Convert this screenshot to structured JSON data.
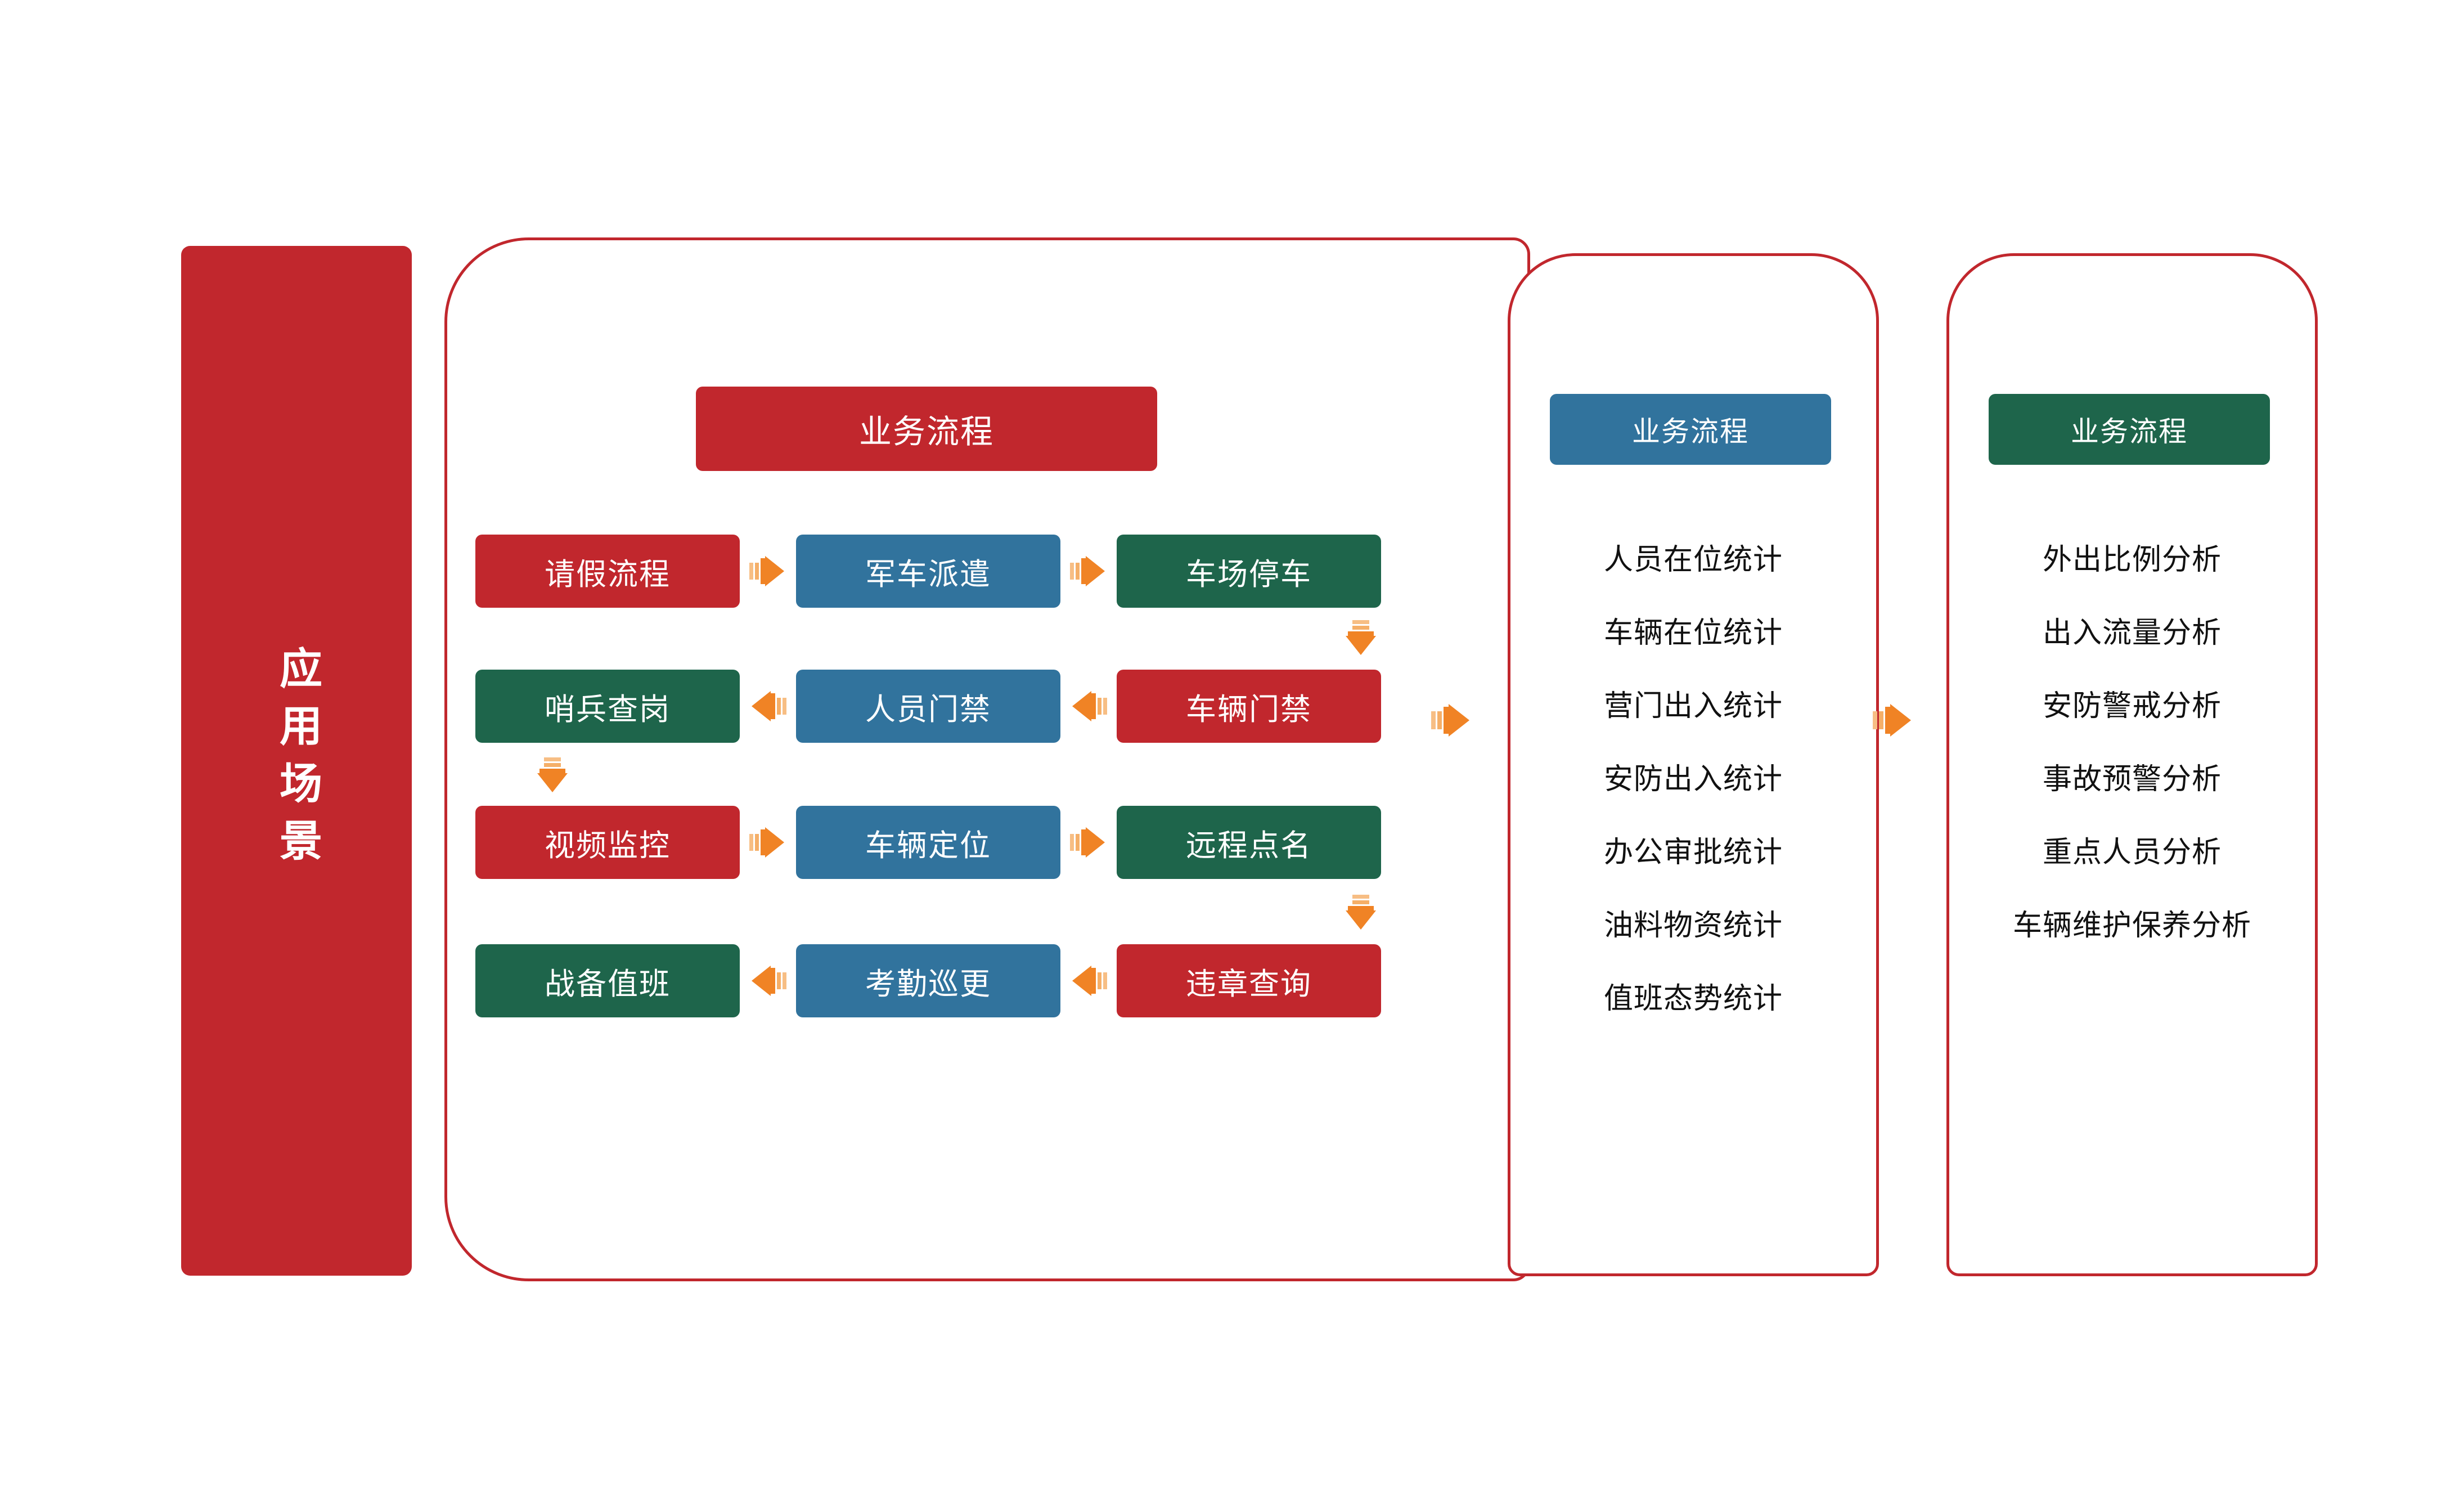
{
  "colors": {
    "red": "#C1272D",
    "blue": "#31739D",
    "green": "#1E654B",
    "orange": "#F08325",
    "text_dark": "#111111",
    "white": "#FFFFFF"
  },
  "side_banner": {
    "label": "应用场景"
  },
  "panel_main": {
    "title": "业务流程",
    "rows": [
      {
        "cells": [
          {
            "label": "请假流程",
            "color": "red"
          },
          {
            "label": "军车派遣",
            "color": "blue"
          },
          {
            "label": "车场停车",
            "color": "green"
          }
        ],
        "connectors": [
          "arrow-right",
          "arrow-right"
        ]
      },
      {
        "cells": [
          {
            "label": "哨兵查岗",
            "color": "green"
          },
          {
            "label": "人员门禁",
            "color": "blue"
          },
          {
            "label": "车辆门禁",
            "color": "red"
          }
        ],
        "connectors": [
          "arrow-left",
          "arrow-left"
        ]
      },
      {
        "cells": [
          {
            "label": "视频监控",
            "color": "red"
          },
          {
            "label": "车辆定位",
            "color": "blue"
          },
          {
            "label": "远程点名",
            "color": "green"
          }
        ],
        "connectors": [
          "arrow-right",
          "arrow-right"
        ]
      },
      {
        "cells": [
          {
            "label": "战备值班",
            "color": "green"
          },
          {
            "label": "考勤巡更",
            "color": "blue"
          },
          {
            "label": "违章查询",
            "color": "red"
          }
        ],
        "connectors": [
          "arrow-left",
          "arrow-left"
        ]
      }
    ],
    "vertical_connectors": [
      "arrow-down",
      "arrow-down",
      "arrow-down"
    ]
  },
  "panel_stat": {
    "title": "业务流程",
    "items": [
      "人员在位统计",
      "车辆在位统计",
      "营门出入统计",
      "安防出入统计",
      "办公审批统计",
      "油料物资统计",
      "值班态势统计"
    ]
  },
  "panel_analysis": {
    "title": "业务流程",
    "items": [
      "外出比例分析",
      "出入流量分析",
      "安防警戒分析",
      "事故预警分析",
      "重点人员分析",
      "车辆维护保养分析"
    ]
  },
  "flow_links": {
    "main_to_stat": "arrow-right",
    "stat_to_analysis": "arrow-right"
  }
}
